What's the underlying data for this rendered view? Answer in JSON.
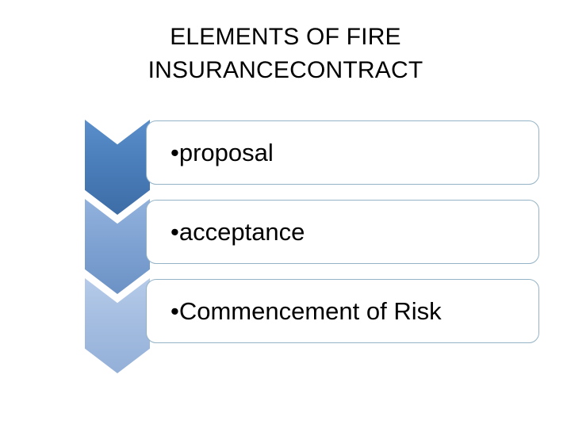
{
  "slide": {
    "title": {
      "line1": "ELEMENTS OF FIRE",
      "line2": "INSURANCECONTRACT"
    },
    "process_graphic": {
      "type": "vertical-chevron-process",
      "bullet_glyph": "•",
      "steps": [
        {
          "index": 1,
          "label": "proposal",
          "chevron_icon": "chevron-down-icon",
          "chevron_color": "#4A7EBB"
        },
        {
          "index": 2,
          "label": "acceptance",
          "chevron_icon": "chevron-down-icon",
          "chevron_color": "#7FA3D3"
        },
        {
          "index": 3,
          "label": "Commencement of Risk",
          "chevron_icon": "chevron-down-icon",
          "chevron_color": "#A4BDE1"
        }
      ],
      "box_border_color": "#95B3C6",
      "background_color": "#FFFFFF",
      "text_color": "#000000"
    }
  }
}
